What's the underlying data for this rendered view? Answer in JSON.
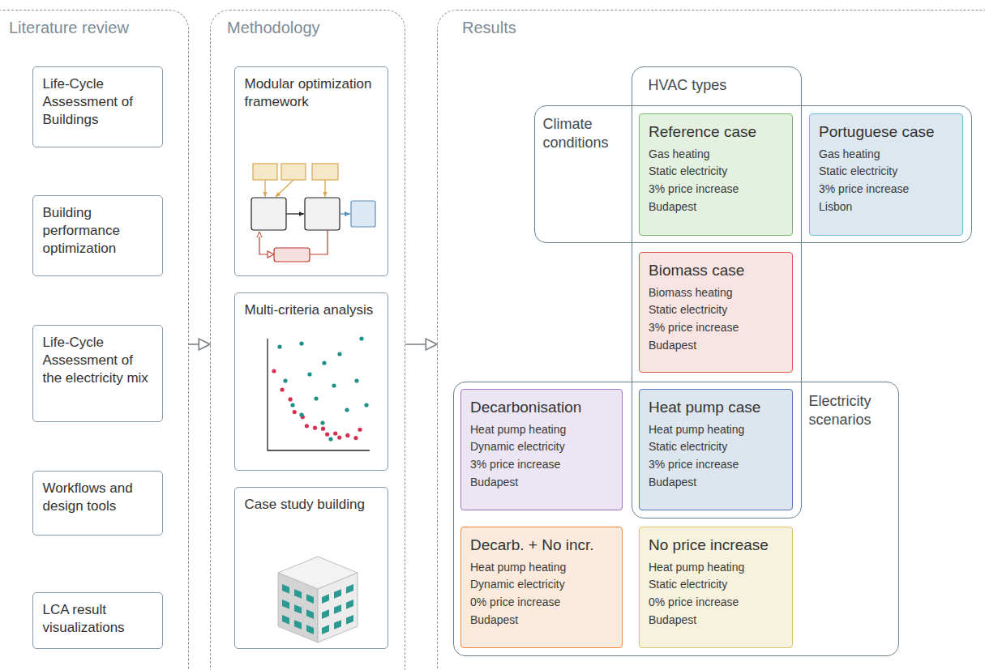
{
  "diagram": {
    "nodes": [
      {
        "text": [
          "Literature review"
        ]
      },
      {
        "text": [
          "Life-Cycle Assessment of Buildings"
        ],
        "in": 0
      },
      {
        "text": [
          "Building performance optimization"
        ],
        "in": 0
      },
      {
        "text": [
          "Life-Cycle Assessment of the electricity mix"
        ],
        "in": 0
      },
      {
        "text": [
          "Workflows and design tools"
        ],
        "in": 0
      },
      {
        "text": [
          "LCA result visualizations"
        ],
        "in": 0
      },
      {
        "text": [
          "Methodology"
        ]
      },
      {
        "text": [
          "Modular optimization framework"
        ],
        "in": 6
      },
      {
        "text": [
          "Multi-criteria analysis"
        ],
        "in": 6
      },
      {
        "text": [
          "Case study building"
        ],
        "in": 6
      },
      {
        "text": [
          "Results"
        ]
      },
      {
        "text": [
          "HVAC types"
        ],
        "in": 10
      },
      {
        "text": [
          "Climate conditions"
        ],
        "in": 10
      },
      {
        "text": [
          "Reference case",
          "Gas heating",
          "Static electricity",
          "3% price increase",
          "Budapest"
        ],
        "in": 11
      },
      {
        "text": [
          "Portuguese case",
          "Gas heating",
          "Static electricity",
          "3% price increase",
          "Lisbon"
        ],
        "in": 12
      },
      {
        "text": [
          "Biomass case",
          "Biomass heating",
          "Static electricity",
          "3% price increase",
          "Budapest"
        ],
        "in": 11
      },
      {
        "text": [
          "Electricity scenarios"
        ],
        "in": 10
      },
      {
        "text": [
          "Decarbonisation",
          "Heat pump heating",
          "Dynamic electricity",
          "3% price increase",
          "Budapest"
        ],
        "in": 16
      },
      {
        "text": [
          "Heat pump case",
          "Heat pump heating",
          "Static electricity",
          "3% price increase",
          "Budapest"
        ],
        "in": 11
      },
      {
        "text": [
          "Decarb. + No incr.",
          "Heat pump heating",
          "Dynamic electricity",
          "0% price increase",
          "Budapest"
        ],
        "in": 16
      },
      {
        "text": [
          "No price increase",
          "Heat pump heating",
          "Static electricity",
          "0% price increase",
          "Budapest"
        ],
        "in": 16
      }
    ],
    "edges": [
      {
        "from": 0,
        "to": 6,
        "arrow": "to"
      },
      {
        "from": 6,
        "to": 10,
        "arrow": "to"
      }
    ]
  }
}
